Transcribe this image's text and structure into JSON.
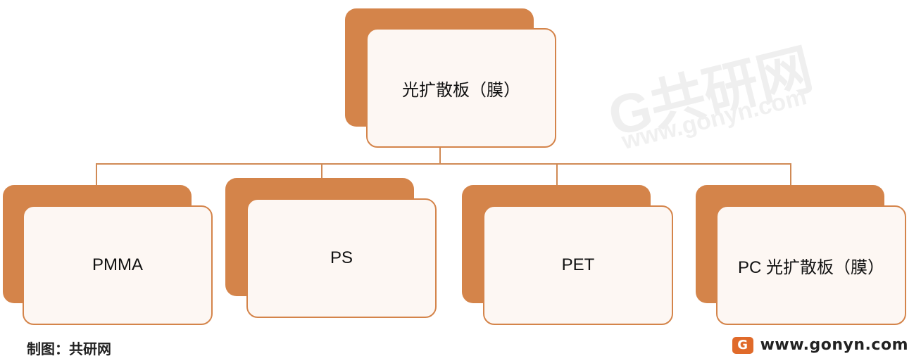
{
  "root": {
    "label": "光扩散板（膜）"
  },
  "children": [
    {
      "label": "PMMA"
    },
    {
      "label": "PS"
    },
    {
      "label": "PET"
    },
    {
      "label": "PC 光扩散板（膜）"
    }
  ],
  "footer": {
    "credit": "制图：共研网",
    "site_url": "www.gonyn.com",
    "logo_letter": "G"
  },
  "colors": {
    "accent": "#d4844a",
    "card_fill": "#fdf7f3",
    "connector": "#d08a55"
  }
}
